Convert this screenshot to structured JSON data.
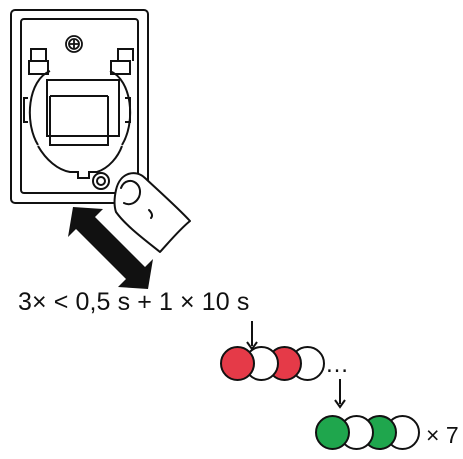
{
  "diagram": {
    "formula": "3× < 0,5 s + 1 × 10 s",
    "sequence_1": {
      "leds": [
        "red",
        "white",
        "red",
        "white"
      ]
    },
    "ellipsis": "…",
    "sequence_2": {
      "leds": [
        "green",
        "white",
        "green",
        "white"
      ]
    },
    "repeat_label": "× 7"
  },
  "colors": {
    "red_led": "#e53a48",
    "green_led": "#1fa64d",
    "outline": "#111111",
    "background": "#ffffff"
  },
  "icons": {
    "device": "device-back-icon",
    "screw": "screw-icon",
    "finger": "finger-icon",
    "press_arrow": "double-arrow-icon",
    "down_arrow": "down-arrow-icon"
  }
}
